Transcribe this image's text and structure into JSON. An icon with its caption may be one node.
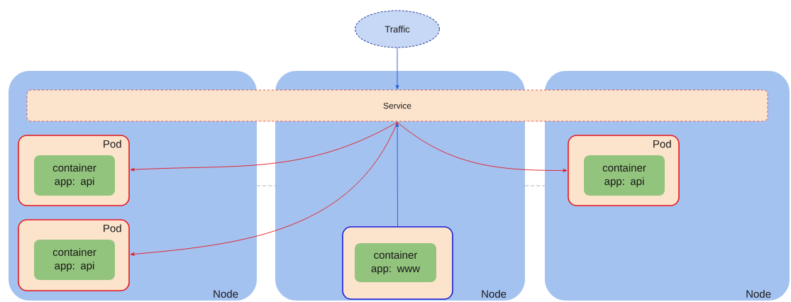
{
  "diagram": {
    "nodes": [
      {
        "text": [
          "Traffic"
        ]
      },
      {
        "text": [
          "Node"
        ]
      },
      {
        "text": [
          "Node"
        ]
      },
      {
        "text": [
          "Node"
        ]
      },
      {
        "text": [
          "Service"
        ]
      },
      {
        "text": [
          "Pod"
        ],
        "in": 1
      },
      {
        "text": [
          "container app: api"
        ],
        "in": 5
      },
      {
        "text": [
          "Pod"
        ],
        "in": 1
      },
      {
        "text": [
          "container app: api"
        ],
        "in": 7
      },
      {
        "text": [],
        "shape": "box",
        "in": 2
      },
      {
        "text": [
          "container app: www"
        ],
        "in": 9
      },
      {
        "text": [
          "Pod"
        ],
        "in": 3
      },
      {
        "text": [
          "container app: api"
        ],
        "in": 11
      }
    ],
    "edges": [
      {
        "from": 0,
        "to": 4,
        "arrow": "to",
        "color": "#1a56d6"
      },
      {
        "from": 9,
        "to": 4,
        "arrow": "to",
        "color": "#1a56d6"
      },
      {
        "from": 4,
        "to": 5,
        "arrow": "to"
      },
      {
        "from": 4,
        "to": 7,
        "arrow": "to"
      },
      {
        "from": 4,
        "to": 11,
        "arrow": "to"
      },
      {
        "from": 1,
        "to": 2,
        "arrow": "none",
        "style": "dashed",
        "color": "#333333"
      },
      {
        "from": 2,
        "to": 3,
        "arrow": "none",
        "style": "dashed",
        "color": "#333333"
      }
    ]
  }
}
